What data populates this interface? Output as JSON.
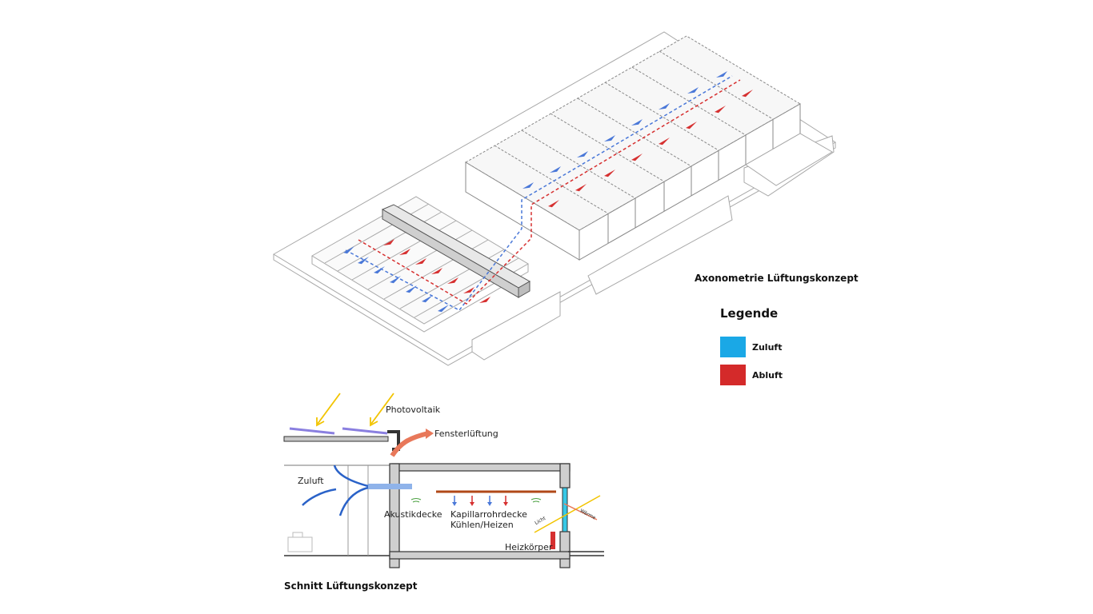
{
  "axo_caption": "Axonometrie Lüftungskonzept",
  "section_caption": "Schnitt Lüftungskonzept",
  "legend": {
    "title": "Legende",
    "items": [
      {
        "label": "Zuluft",
        "color": "#1aa8e6"
      },
      {
        "label": "Abluft",
        "color": "#d42a2a"
      }
    ]
  },
  "section_labels": {
    "photovoltaik": "Photovoltaik",
    "fensterlueftung": "Fensterlüftung",
    "zuluft": "Zuluft",
    "akustikdecke": "Akustikdecke",
    "kapillar_1": "Kapillarrohrdecke",
    "kapillar_2": "Kühlen/Heizen",
    "heizkoerper": "Heizkörper",
    "licht": "Licht",
    "waerme": "Wärme"
  },
  "colors": {
    "supply": "#4a78d8",
    "exhaust": "#d63030",
    "sun": "#f2c400",
    "outflow": "#e8785a",
    "ceiling": "#b04818",
    "line": "#9a9a9a"
  }
}
